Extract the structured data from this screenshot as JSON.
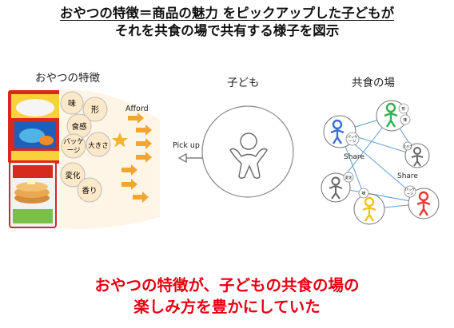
{
  "title": {
    "line1": "おやつの特徴＝商品の魅力 をピックアップした子どもが",
    "line2": "それを共食の場で共有する様子を図示"
  },
  "columns": {
    "left": "おやつの特徴",
    "middle": "子ども",
    "right": "共食の場"
  },
  "features": {
    "taste": "味",
    "shape": "形",
    "texture": "食感",
    "package1": "パッケ",
    "package2": "ージ",
    "size": "大きさ",
    "change": "変化",
    "aroma": "香り"
  },
  "arrows": {
    "afford": "Afford",
    "pickup": "Pick up"
  },
  "sharing": {
    "share_top": "Share",
    "share_right": "Share",
    "tag_shape": "形",
    "tag_taste": "味",
    "tag_package1": "パッケ",
    "tag_package2": "ージ",
    "tag_size": "大きさ",
    "tag_change": "変化"
  },
  "conclusion": {
    "line1": "おやつの特徴が、子どもの共食の場の",
    "line2": "楽しみ方を豊かにしていた"
  },
  "colors": {
    "accent_red": "#e60012",
    "arrow_orange": "#f4a531",
    "bubble_fill": "#fde9c9",
    "star": "#f3b23a",
    "figure_green": "#2fb24a",
    "figure_blue": "#3b6fd4",
    "figure_red": "#e53a2f",
    "figure_yellow": "#f0c419",
    "figure_gray": "#666666"
  }
}
